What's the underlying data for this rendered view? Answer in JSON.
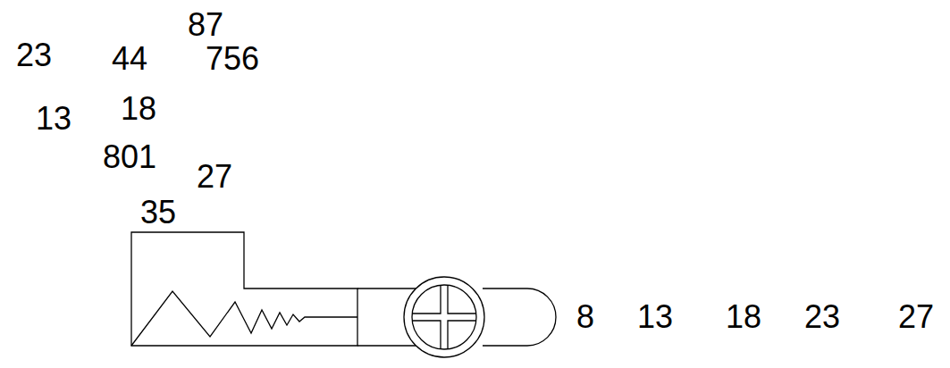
{
  "diagram": {
    "labels": [
      "87",
      "23",
      "44",
      "756",
      "13",
      "18",
      "801",
      "27",
      "35",
      "8",
      "13",
      "18",
      "23",
      "27"
    ]
  }
}
